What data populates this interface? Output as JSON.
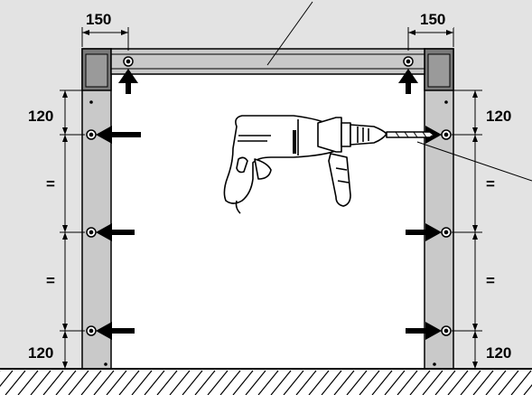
{
  "dimensions": {
    "top_left_width": "150",
    "top_right_width": "150",
    "left_top_offset": "120",
    "left_equal_upper": "=",
    "left_equal_lower": "=",
    "left_bottom_offset": "120",
    "right_top_offset": "120",
    "right_equal_upper": "=",
    "right_equal_lower": "=",
    "right_bottom_offset": "120"
  },
  "colors": {
    "wall": "#e3e3e3",
    "frame": "#c9c9c9",
    "frame_dark": "#7a7a7a",
    "outline": "#000000",
    "opening": "#ffffff"
  },
  "icons": [
    "drill-icon",
    "arrow-icon",
    "screw-hole-icon",
    "floor-hatch"
  ]
}
